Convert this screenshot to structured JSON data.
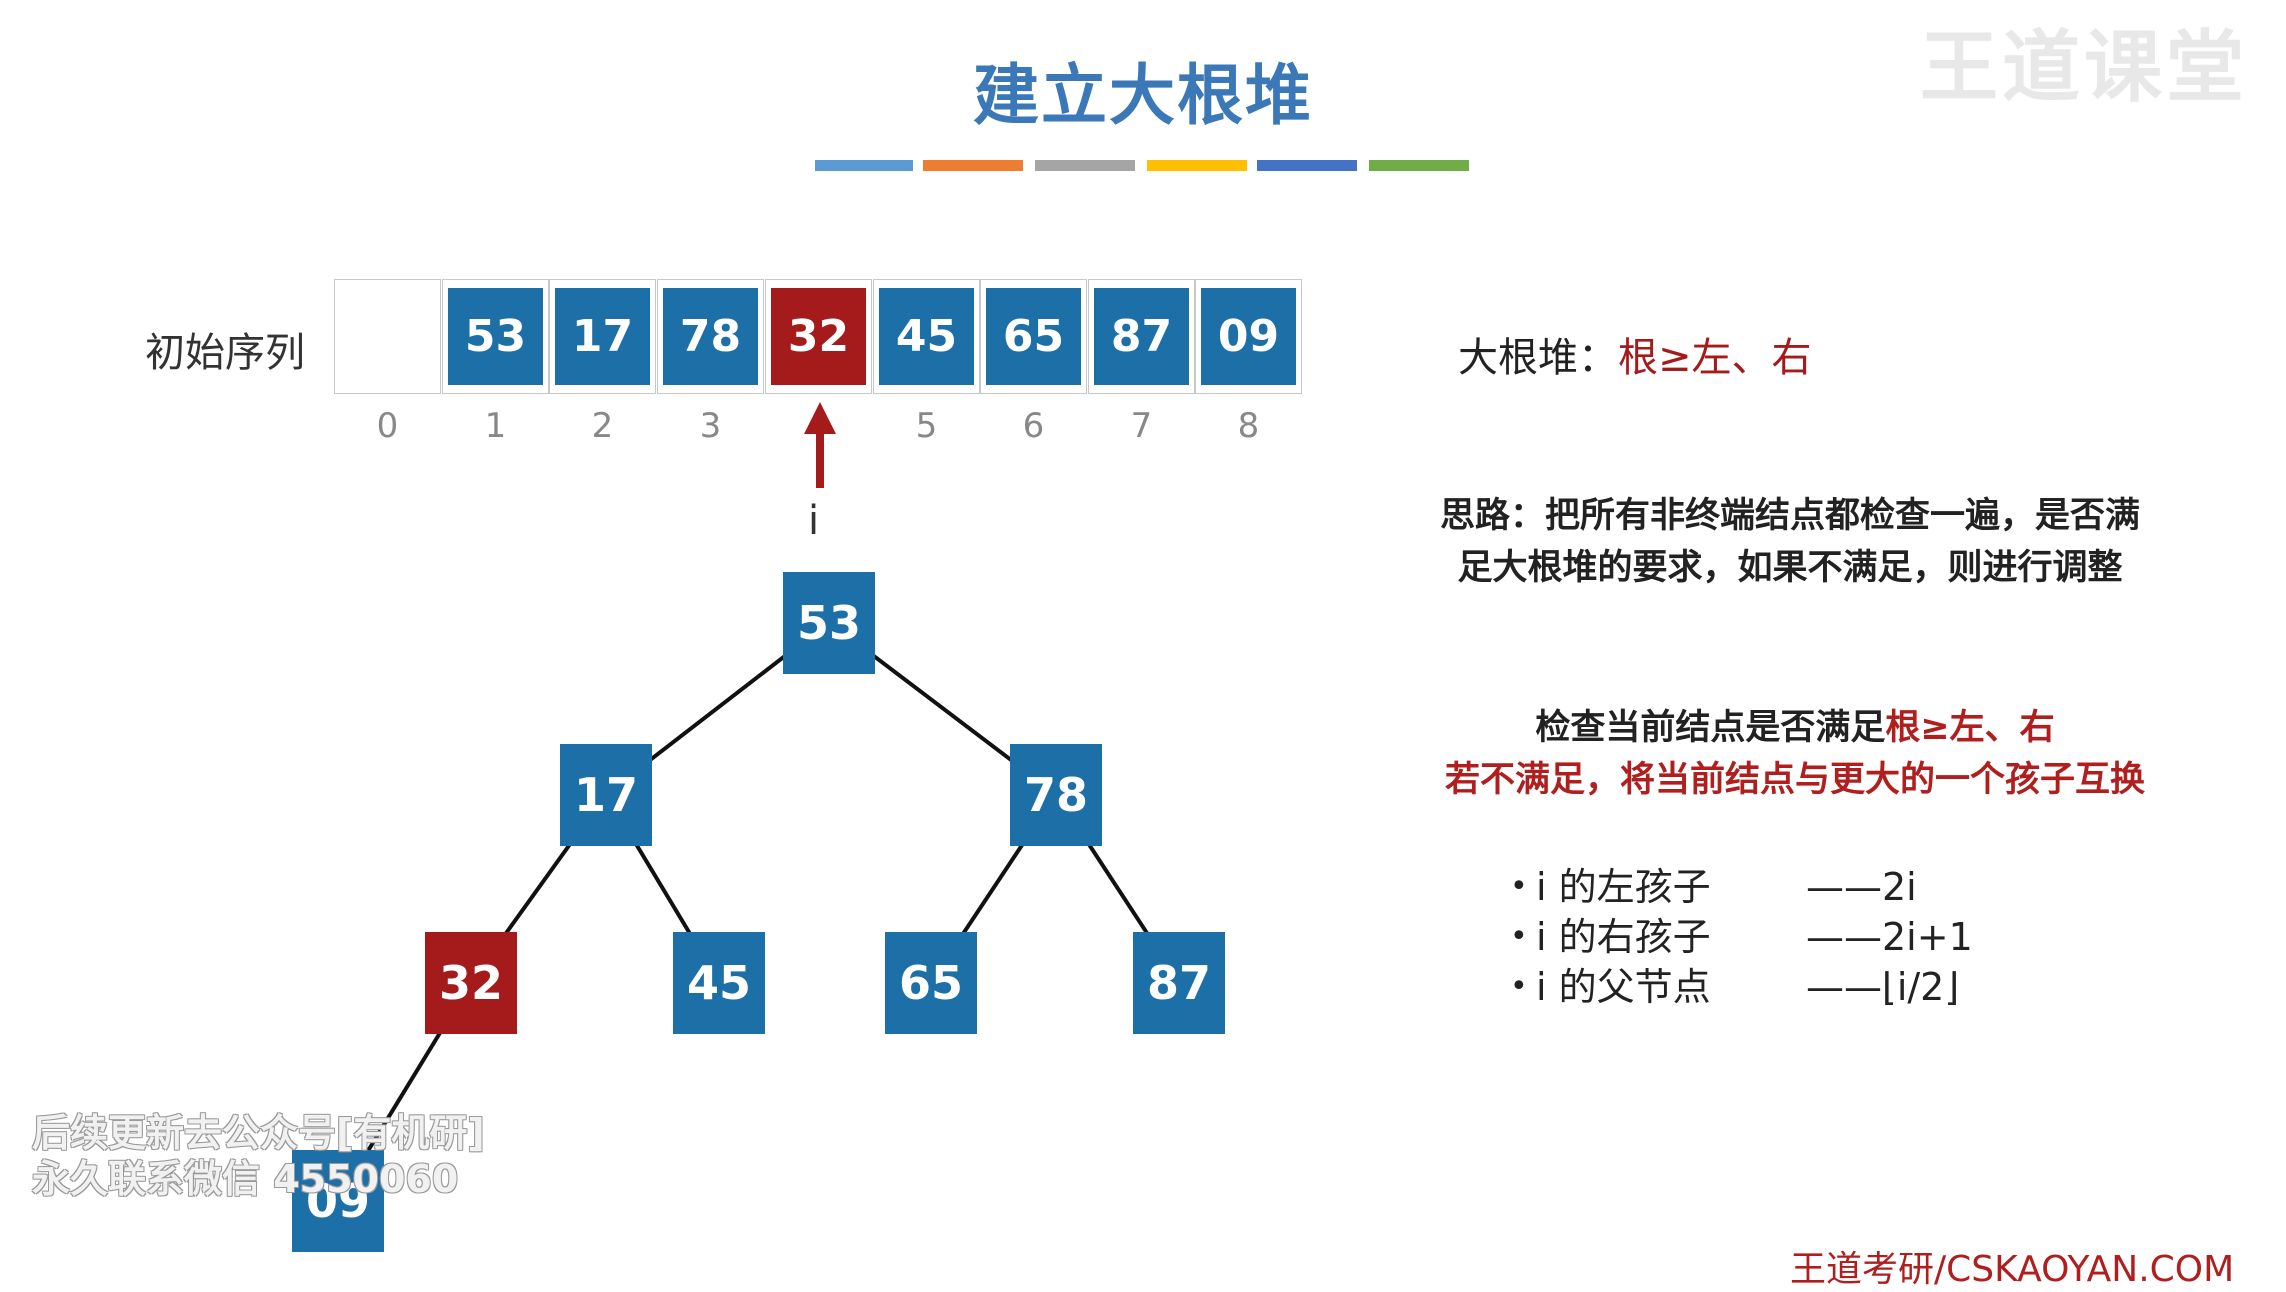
{
  "title": "建立大根堆",
  "deco_colors": [
    "#5b9bd5",
    "#ed7d31",
    "#a5a5a5",
    "#ffc000",
    "#4472c4",
    "#70ad47"
  ],
  "array": {
    "label": "初始序列",
    "cells": [
      "",
      "53",
      "17",
      "78",
      "32",
      "45",
      "65",
      "87",
      "09"
    ],
    "indices": [
      "0",
      "1",
      "2",
      "3",
      "",
      "5",
      "6",
      "7",
      "8"
    ],
    "highlight_index": 4,
    "pointer_label": "i"
  },
  "tree": {
    "nodes": [
      "53",
      "17",
      "78",
      "32",
      "45",
      "65",
      "87",
      "09"
    ],
    "highlight_node": "32"
  },
  "heap_definition": {
    "prefix": "大根堆：",
    "rule": "根≥左、右"
  },
  "idea": {
    "line1": "思路：把所有非终端结点都检查一遍，是否满",
    "line2": "足大根堆的要求，如果不满足，则进行调整"
  },
  "check": {
    "line1_black": "检查当前结点是否满足",
    "line1_red": "根≥左、右",
    "line2": "若不满足，将当前结点与更大的一个孩子互换"
  },
  "bullets": [
    {
      "label": "i 的左孩子",
      "formula": "——2i"
    },
    {
      "label": "i 的右孩子",
      "formula": "——2i+1"
    },
    {
      "label": "i 的父节点",
      "formula": "——⌊i/2⌋"
    }
  ],
  "watermark": {
    "top": "王道课堂",
    "left_line1": "后续更新去公众号[有机研]",
    "left_line2": "永久联系微信 4550060"
  },
  "footer": "王道考研/CSKAOYAN.COM",
  "colors": {
    "blue": "#1d6fa8",
    "red": "#a51b1b",
    "title": "#3a78b8"
  }
}
